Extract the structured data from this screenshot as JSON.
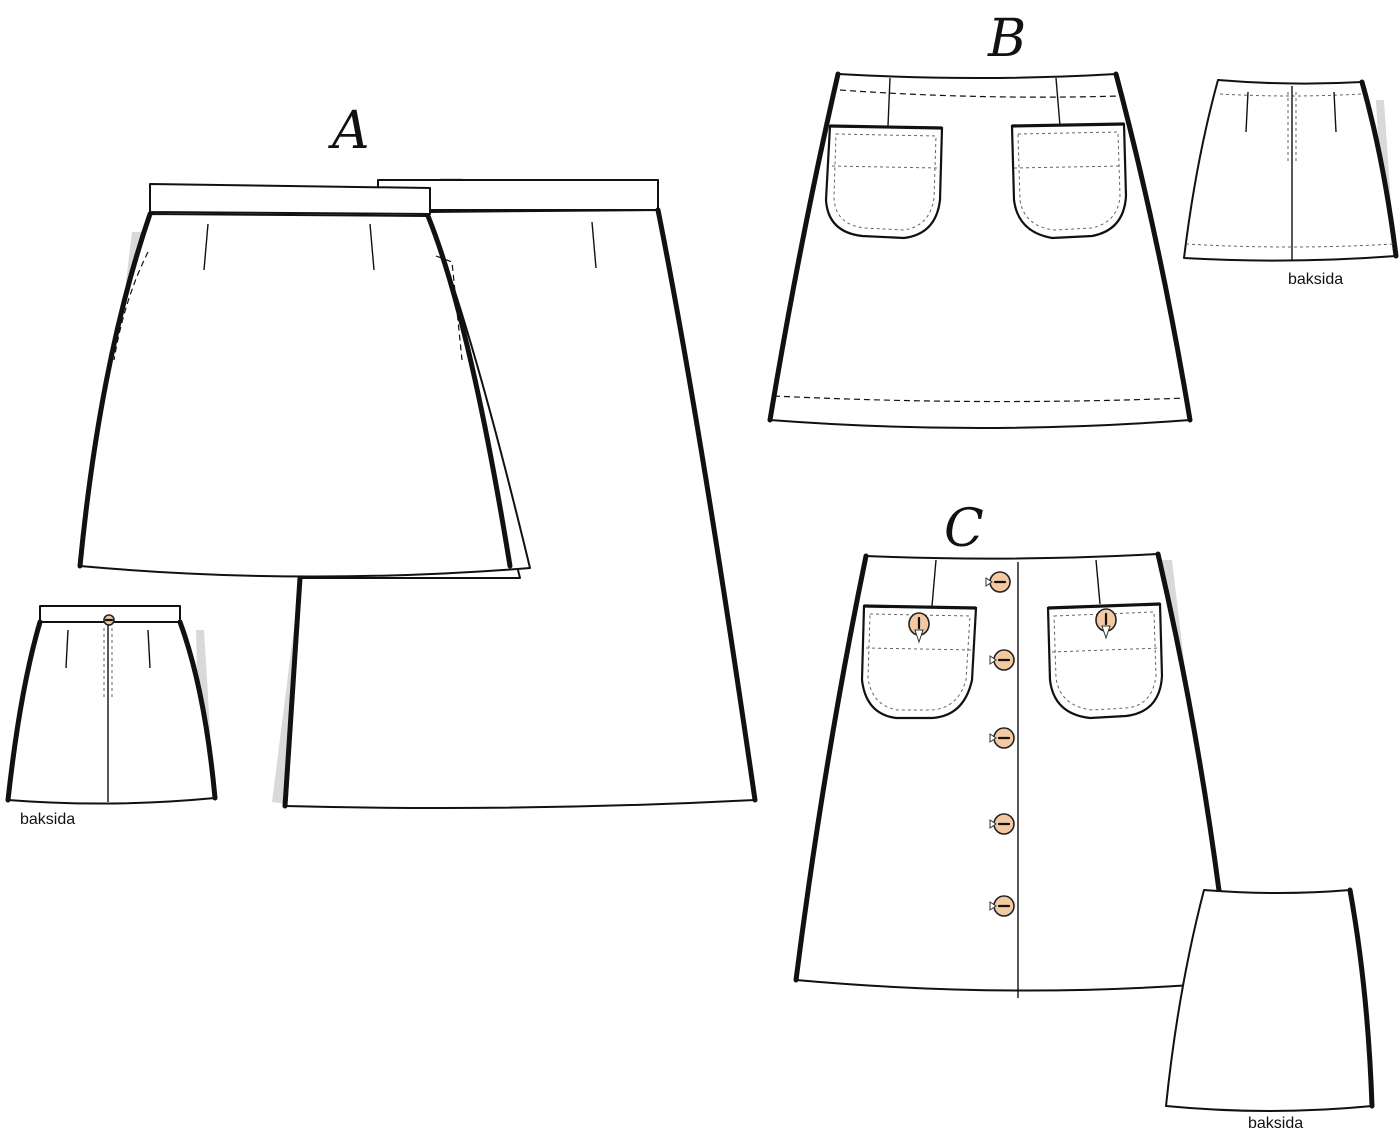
{
  "views": [
    {
      "letter": "A"
    },
    {
      "letter": "B"
    },
    {
      "letter": "C"
    }
  ],
  "back_view_label": "baksida",
  "colors": {
    "outline": "#111111",
    "shadow": "#d9d9d9",
    "button_fill": "#f2c9a0"
  }
}
